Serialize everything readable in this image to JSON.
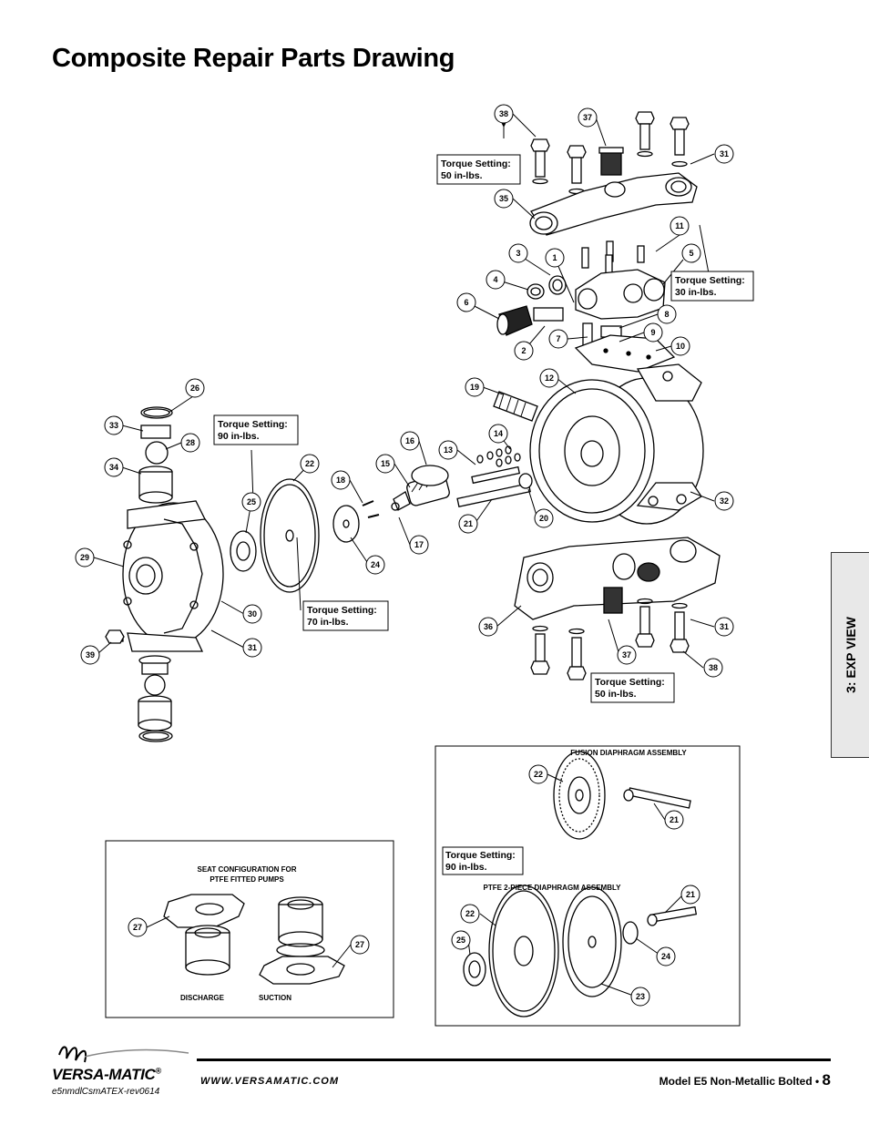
{
  "page": {
    "title": "Composite Repair Parts Drawing",
    "side_tab": "3: EXP VIEW"
  },
  "callouts": {
    "c38a": "38",
    "c37a": "37",
    "c31a": "31",
    "c35": "35",
    "c11": "11",
    "c5": "5",
    "c3": "3",
    "c1": "1",
    "c4": "4",
    "c6": "6",
    "c8": "8",
    "c7": "7",
    "c9": "9",
    "c2": "2",
    "c10": "10",
    "c12": "12",
    "c19": "19",
    "c26": "26",
    "c33": "33",
    "c28": "28",
    "c34": "34",
    "c14": "14",
    "c16": "16",
    "c13": "13",
    "c22": "22",
    "c18": "18",
    "c15": "15",
    "c25": "25",
    "c21": "21",
    "c20": "20",
    "c32": "32",
    "c17": "17",
    "c29": "29",
    "c24": "24",
    "c30": "30",
    "c36": "36",
    "c31b": "31",
    "c31c": "31",
    "c39": "39",
    "c37b": "37",
    "c38b": "38",
    "f22": "22",
    "f21": "21",
    "p21": "21",
    "p22": "22",
    "p25": "25",
    "p24": "24",
    "p23": "23",
    "s27a": "27",
    "s27b": "27"
  },
  "torque": {
    "t50_top": "Torque Setting:\n50 in-lbs.",
    "t30": "Torque Setting:\n30 in-lbs.",
    "t90": "Torque Setting:\n90 in-lbs.",
    "t70": "Torque Setting:\n70 in-lbs.",
    "t50_bottom": "Torque Setting:\n50 in-lbs.",
    "t90_inset": "Torque Setting:\n90 in-lbs."
  },
  "inset_right": {
    "fusion_title": "FUSION DIAPHRAGM ASSEMBLY",
    "ptfe_title": "PTFE 2-PIECE  DIAPHRAGM ASSEMBLY"
  },
  "inset_left": {
    "title_line1": "SEAT CONFIGURATION FOR",
    "title_line2": "PTFE FITTED PUMPS",
    "discharge": "DISCHARGE",
    "suction": "SUCTION"
  },
  "footer": {
    "logo_text": "VERSA-MATIC",
    "registered": "®",
    "doc_code": "e5nmdlCsmATEX-rev0614",
    "website": "WWW.VERSAMATIC.COM",
    "model": "Model E5 Non-Metallic Bolted • ",
    "page_number": "8"
  }
}
